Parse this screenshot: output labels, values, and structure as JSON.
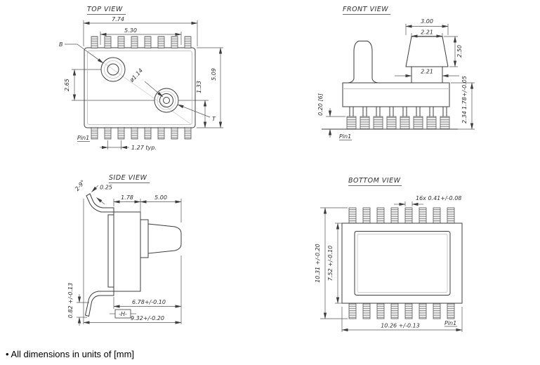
{
  "note": "• All dimensions in units of [mm]",
  "top_view": {
    "title": "TOP VIEW",
    "dim_width_outer": "7.74",
    "dim_width_inner": "5.30",
    "dim_port_offset": "2.65",
    "dim_height": "5.09",
    "dim_port2_offset": "1.33",
    "dim_port_diameter": "ø1.14",
    "dim_pin_pitch": "1.27 typ.",
    "pin1_label": "Pin1",
    "datum_b": "B",
    "datum_t": "T"
  },
  "front_view": {
    "title": "FRONT VIEW",
    "dim_port_base": "3.00",
    "dim_port_top": "2.21",
    "dim_port_height": "2.50",
    "dim_port_neck": "2.21",
    "dim_standoff": "0.20 [6]",
    "dim_total_height": "2.34",
    "dim_body_thickness": "1.78+/-0.05",
    "pin1_label": "Pin1"
  },
  "side_view": {
    "title": "SIDE VIEW",
    "dim_lead_thickness": "0.25",
    "dim_lead_angle": "2-9°",
    "dim_body_thickness": "1.78",
    "dim_port_length": "5.00",
    "dim_body_span": "6.78+/-0.10",
    "dim_overall_span": "9.32+/-0.20",
    "dim_foot_length": "0.82 +/-0.13",
    "datum_h": "-H-"
  },
  "bottom_view": {
    "title": "BOTTOM VIEW",
    "dim_lead_width": "16x 0.41+/-0.08",
    "dim_lead_span": "10.31 +/-0.20",
    "dim_body_depth": "7.52 +/-0.10",
    "dim_body_width": "10.26 +/-0.13",
    "pin1_label": "Pin1"
  }
}
